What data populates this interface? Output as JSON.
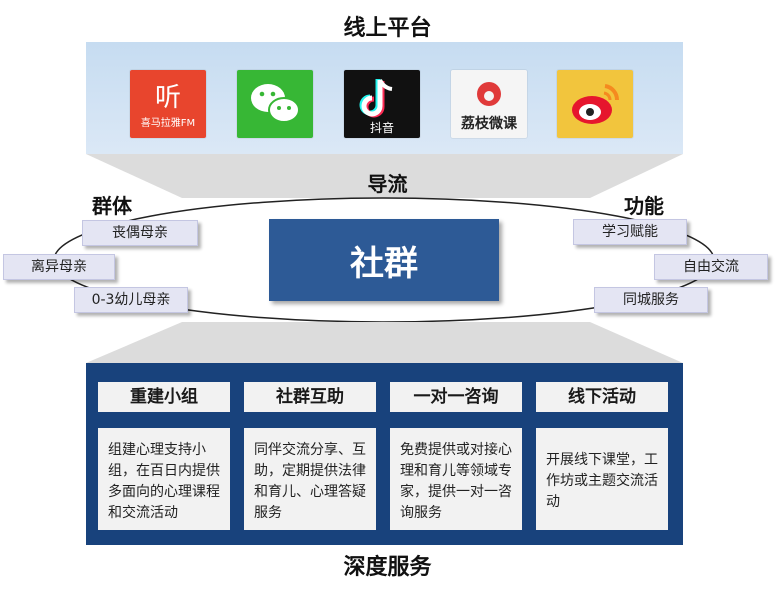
{
  "online_platform": {
    "title": "线上平台",
    "apps": [
      {
        "name": "喜马拉雅FM",
        "icon": "ximalaya-icon",
        "color": "#e8452d"
      },
      {
        "name": "微信",
        "icon": "wechat-icon",
        "color": "#37b735"
      },
      {
        "name": "抖音",
        "icon": "douyin-icon",
        "color": "#111111"
      },
      {
        "name": "荔枝微课",
        "icon": "lizhi-weike-icon",
        "color": "#f5f5f5"
      },
      {
        "name": "微博",
        "icon": "weibo-icon",
        "color": "#f2c53d"
      }
    ]
  },
  "flow_label": "导流",
  "center_label": "社群",
  "groups": {
    "title": "群体",
    "items": [
      "丧偶母亲",
      "离异母亲",
      "0-3幼儿母亲"
    ]
  },
  "functions": {
    "title": "功能",
    "items": [
      "学习赋能",
      "自由交流",
      "同城服务"
    ]
  },
  "services": {
    "title": "深度服务",
    "cards": [
      {
        "title": "重建小组",
        "desc": "组建心理支持小组，在百日内提供多面向的心理课程和交流活动"
      },
      {
        "title": "社群互助",
        "desc": "同伴交流分享、互助，定期提供法律和育儿、心理答疑服务"
      },
      {
        "title": "一对一咨询",
        "desc": "免费提供或对接心理和育儿等领域专家，提供一对一咨询服务"
      },
      {
        "title": "线下活动",
        "desc": "开展线下课堂，工作坊或主题交流活动"
      }
    ]
  },
  "colors": {
    "platform_bg": "#c6dcf1",
    "community_box": "#2d5a96",
    "service_panel": "#18427c",
    "tag_bg": "#e4e5f3",
    "funnel_gray": "#dcdcdc"
  }
}
